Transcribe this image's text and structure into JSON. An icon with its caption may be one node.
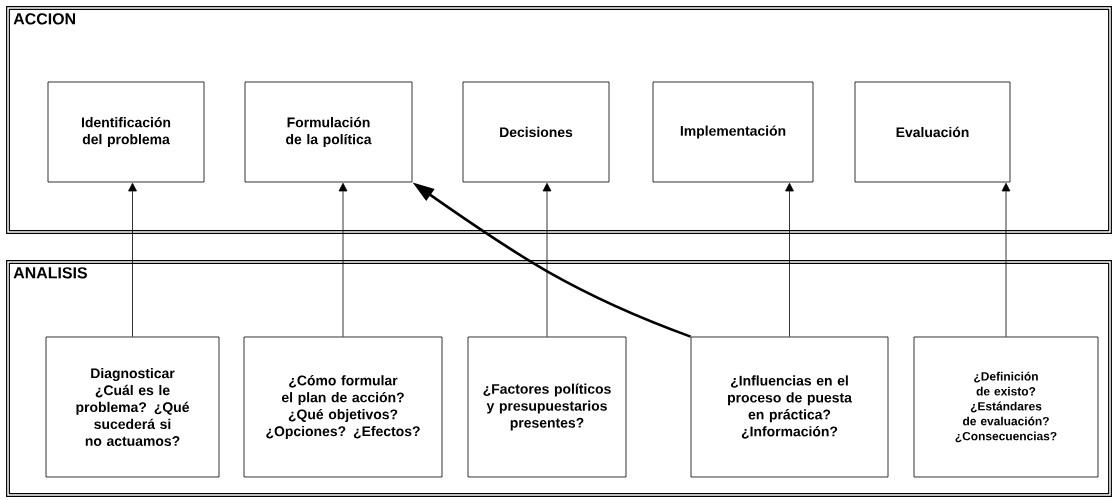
{
  "diagram": {
    "nodes": [
      {
        "text": [
          "ACCION"
        ]
      },
      {
        "text": [
          "Identificación del problema"
        ],
        "in": 0
      },
      {
        "text": [
          "Formulación de la política"
        ],
        "in": 0
      },
      {
        "text": [
          "Decisiones"
        ],
        "in": 0
      },
      {
        "text": [
          "Implementación"
        ],
        "in": 0
      },
      {
        "text": [
          "Evaluación"
        ],
        "in": 0
      },
      {
        "text": [
          "ANALISIS"
        ]
      },
      {
        "text": [
          "Diagnosticar ¿Cuál es le problema? ¿Qué sucederá si no actuamos?"
        ],
        "in": 6
      },
      {
        "text": [
          "¿Cómo formular el plan de acción? ¿Qué objetivos? ¿Opciones? ¿Efectos?"
        ],
        "in": 6
      },
      {
        "text": [
          "¿Factores políticos y presupuestarios presentes?"
        ],
        "in": 6
      },
      {
        "text": [
          "¿Influencias en el proceso de puesta en práctica? ¿Información?"
        ],
        "in": 6
      },
      {
        "text": [
          "¿Definición de existo? ¿Estándares de evaluación? ¿Consecuencias?"
        ],
        "in": 6
      }
    ],
    "edges": [
      {
        "from": 7,
        "to": 1,
        "arrow": "to"
      },
      {
        "from": 8,
        "to": 2,
        "arrow": "to"
      },
      {
        "from": 9,
        "to": 3,
        "arrow": "to"
      },
      {
        "from": 10,
        "to": 4,
        "arrow": "to"
      },
      {
        "from": 11,
        "to": 5,
        "arrow": "to"
      },
      {
        "from": 10,
        "to": 2,
        "arrow": "to",
        "style": "thick"
      }
    ]
  }
}
